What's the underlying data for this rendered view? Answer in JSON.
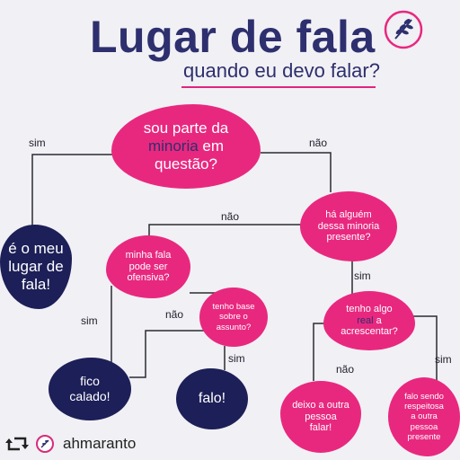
{
  "header": {
    "title": "Lugar de fala",
    "subtitle": "quando eu devo falar?"
  },
  "nodes": {
    "q1": {
      "pre": "sou parte da",
      "highlight": "minoria",
      "post": "em",
      "last": "questão?"
    },
    "a_meu_lugar": {
      "line1": "é o meu",
      "line2": "lugar de",
      "line3": "fala!"
    },
    "q2": {
      "line1": "há alguém",
      "line2": "dessa minoria",
      "line3": "presente?"
    },
    "q3": {
      "line1": "minha fala",
      "line2": "pode ser",
      "line3": "ofensiva?"
    },
    "q4": {
      "line1": "tenho base",
      "line2": "sobre o",
      "line3": "assunto?"
    },
    "q5": {
      "line1": "tenho algo",
      "highlight": "real",
      "post": "a",
      "line3": "acrescentar?"
    },
    "a_calado": {
      "line1": "fico",
      "line2": "calado!"
    },
    "a_falo": {
      "line1": "falo!"
    },
    "a_deixo": {
      "line1": "deixo a outra",
      "line2": "pessoa",
      "line3": "falar!"
    },
    "a_sendo": {
      "line1": "falo sendo",
      "line2": "respeitosa",
      "line3": "a outra",
      "line4": "pessoa",
      "line5": "presente"
    }
  },
  "edge_labels": {
    "q1_sim": "sim",
    "q1_nao": "não",
    "q2_nao": "não",
    "q2_sim": "sim",
    "q3_sim": "sim",
    "q3_nao": "não",
    "q4_sim": "sim",
    "q5_nao": "não",
    "q5_sim": "sim"
  },
  "footer": {
    "handle": "ahmaranto"
  },
  "colors": {
    "pink": "#e8287f",
    "navy": "#1d1f58",
    "highlight": "#2e2f6e",
    "background": "#f1f0f4"
  },
  "icons": {
    "top_logo": "laurel-branch-icon",
    "repost": "retweet-icon"
  }
}
